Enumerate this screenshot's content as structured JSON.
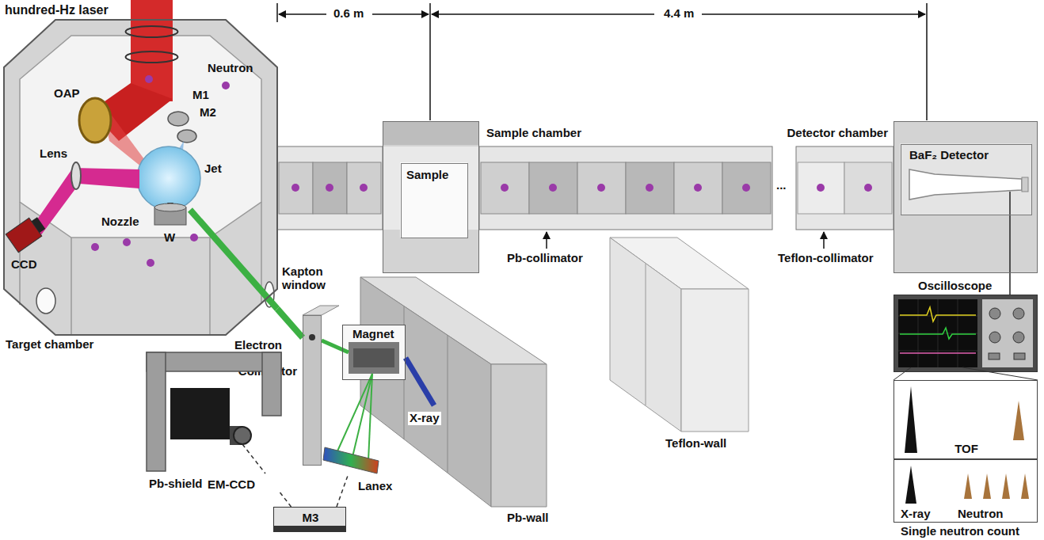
{
  "diagram": {
    "nodes": [
      {
        "text": [
          "Target chamber"
        ]
      },
      {
        "text": [
          "Sample chamber"
        ]
      },
      {
        "text": [
          "Sample"
        ],
        "in": 1
      },
      {
        "text": [
          "Detector chamber"
        ]
      },
      {
        "text": [
          "BaF₂ Detector"
        ],
        "in": 3
      },
      {
        "text": [
          "Magnet"
        ]
      },
      {
        "text": [
          "Collimator"
        ]
      },
      {
        "text": [
          "Pb-shield"
        ]
      },
      {
        "text": [
          "M3"
        ]
      },
      {
        "text": [
          "Oscilloscope"
        ]
      },
      {
        "text": [
          "TOF"
        ]
      },
      {
        "text": [
          "X-ray",
          "Neutron",
          "Single neutron count"
        ]
      }
    ],
    "edges": [
      {
        "from": 0,
        "to": 6,
        "arrow": "none"
      },
      {
        "from": 7,
        "to": 8,
        "arrow": "none"
      },
      {
        "from": 3,
        "to": 9,
        "arrow": "none"
      }
    ],
    "labels": [
      "hundred-Hz laser",
      "0.6 m",
      "4.4 m",
      "OAP",
      "M1",
      "M2",
      "Neutron",
      "Jet",
      "Lens",
      "Nozzle",
      "W",
      "CCD",
      "Kapton window",
      "Electron",
      "X-ray",
      "Lanex",
      "EM-CCD",
      "Pb-wall",
      "Pb-collimator",
      "...",
      "Teflon-collimator",
      "Teflon-wall"
    ]
  }
}
